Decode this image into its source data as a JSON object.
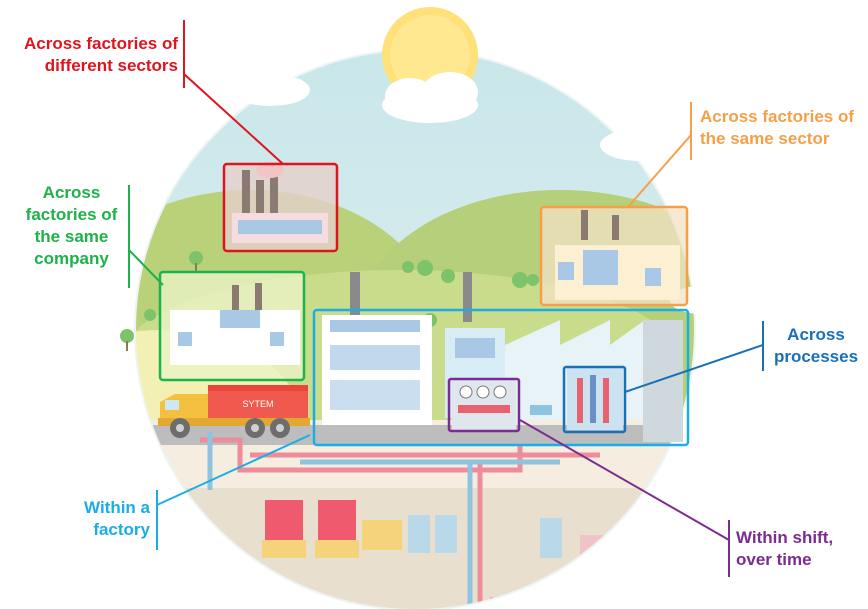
{
  "labels": {
    "different_sectors": {
      "line1": "Across factories of",
      "line2": "different sectors",
      "color": "#e0141e"
    },
    "same_sector": {
      "line1": "Across factories of",
      "line2": "the same sector",
      "color": "#f5a049"
    },
    "same_company": {
      "line1": "Across",
      "line2": "factories of",
      "line3": "the same",
      "line4": "company",
      "color": "#1db24a"
    },
    "processes": {
      "line1": "Across",
      "line2": "processes",
      "color": "#1a6fb9"
    },
    "within_factory": {
      "line1": "Within a",
      "line2": "factory",
      "color": "#19aee6"
    },
    "within_shift": {
      "line1": "Within shift,",
      "line2": "over time",
      "color": "#7b2c91"
    }
  },
  "truck": {
    "brand_text": "SYTEM"
  }
}
